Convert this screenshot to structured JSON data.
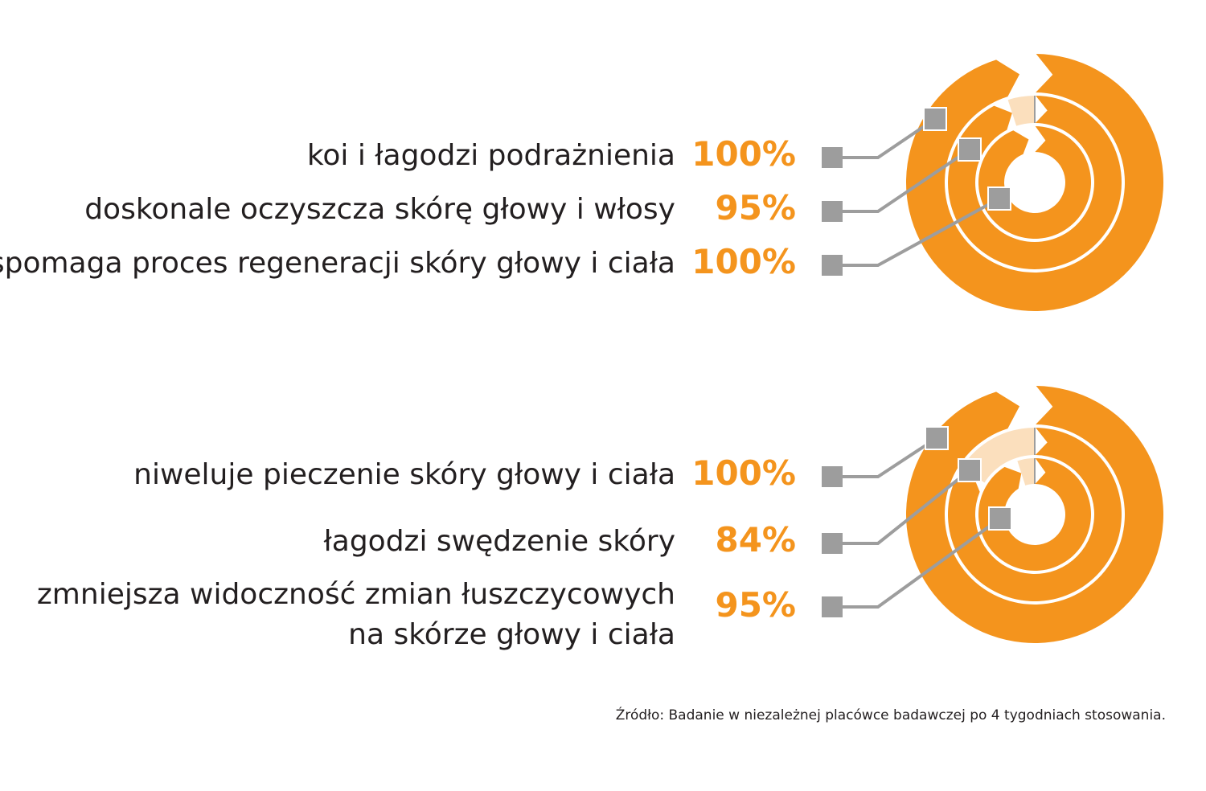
{
  "colors": {
    "ring": "#f4941d",
    "remainder": "#fbdfbd",
    "marker": "#9d9d9d",
    "text": "#231f20"
  },
  "chart_data": [
    {
      "type": "radial-bar",
      "items": [
        {
          "label": "koi i łagodzi podrażnienia",
          "value_text": "100%",
          "value": 100
        },
        {
          "label": "doskonale oczyszcza skórę głowy i włosy",
          "value_text": "95%",
          "value": 95
        },
        {
          "label": "wspomaga proces regeneracji skóry głowy i ciała",
          "value_text": "100%",
          "value": 100
        }
      ]
    },
    {
      "type": "radial-bar",
      "items": [
        {
          "label": "niweluje pieczenie skóry głowy i ciała",
          "value_text": "100%",
          "value": 100
        },
        {
          "label": "łagodzi swędzenie skóry",
          "value_text": "84%",
          "value": 84
        },
        {
          "label": "zmniejsza widoczność zmian łuszczycowych",
          "label_line2": "na skórze głowy i ciała",
          "value_text": "95%",
          "value": 95
        }
      ]
    }
  ],
  "source": "Źródło: Badanie w niezależnej placówce badawczej po 4 tygodniach stosowania."
}
